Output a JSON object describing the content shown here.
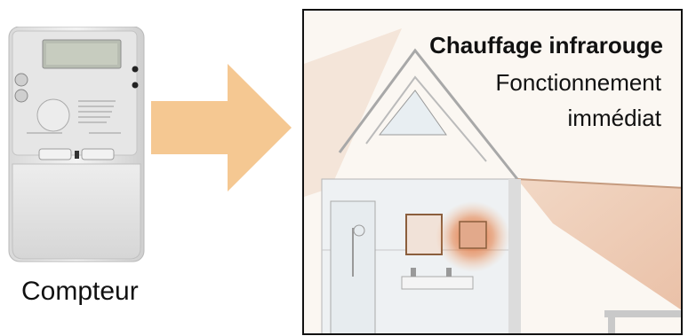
{
  "meter": {
    "label": "Compteur",
    "icon": "electric-meter-icon"
  },
  "arrow": {
    "color": "#f5c892",
    "icon": "right-arrow-icon"
  },
  "panel": {
    "title": "Chauffage infrarouge",
    "subtitle_line1": "Fonctionnement",
    "subtitle_line2": "immédiat",
    "heat_color": "#e0622a",
    "icon": "house-infrared-heating-illustration"
  }
}
